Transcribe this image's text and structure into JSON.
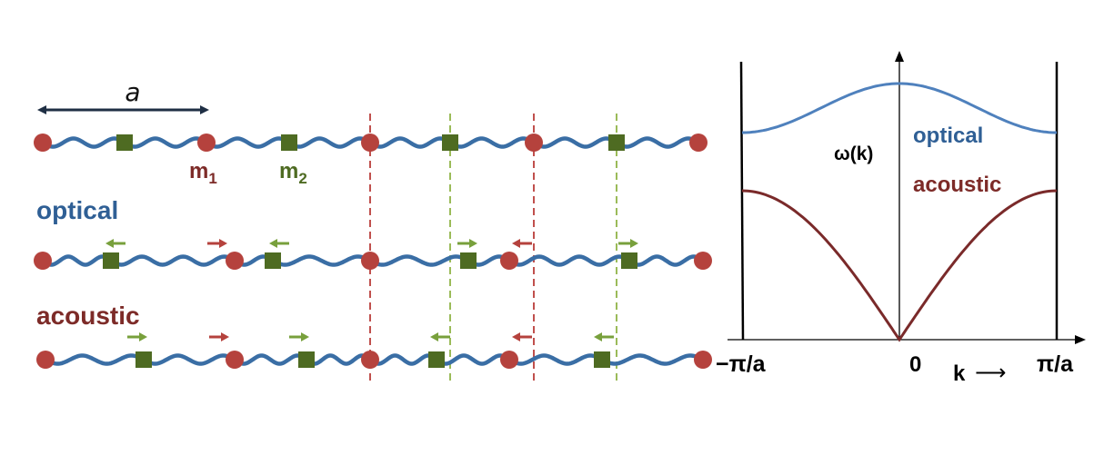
{
  "lattice": {
    "spacing_label": "a",
    "mass1_label": "m",
    "mass1_sub": "1",
    "mass2_label": "m",
    "mass2_sub": "2",
    "optical_label": "optical",
    "acoustic_label": "acoustic"
  },
  "dispersion": {
    "ylabel": "ω(k)",
    "optical_label": "optical",
    "acoustic_label": "acoustic",
    "tick_left": "−π/a",
    "tick_zero": "0",
    "tick_right": "π/a",
    "xlabel": "k",
    "xlabel_arrow": "⟶"
  },
  "colors": {
    "chain": "#3a6ea5",
    "mass1": "#b5423d",
    "mass2": "#4e6b22",
    "arrow_m1": "#b5423d",
    "arrow_m2": "#78a03c",
    "optical_curve": "#4f81bd",
    "acoustic_curve": "#7a2a2a",
    "label_blue": "#2f5f95",
    "label_red": "#7d2b28",
    "label_green": "#4e6b22"
  }
}
